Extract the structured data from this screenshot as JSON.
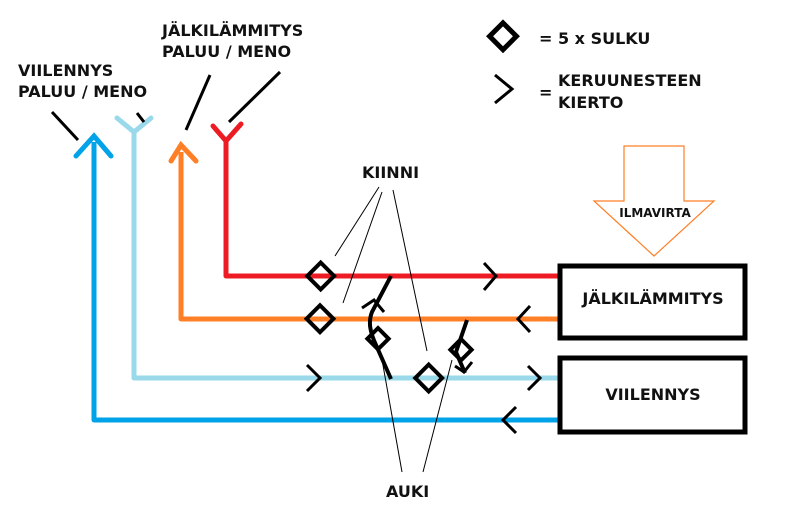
{
  "labels": {
    "cooling_ports": [
      "VIILENNYS",
      "PALUU / MENO"
    ],
    "reheat_ports": [
      "JÄLKILÄMMITYS",
      "PALUU / MENO"
    ],
    "closed": "KIINNI",
    "open": "AUKI",
    "airflow": "ILMAVIRTA"
  },
  "legend": {
    "valve_text": "= 5 x SULKU",
    "flow_eq": "=",
    "flow_text": [
      "KERUUNESTEEN",
      "KIERTO"
    ]
  },
  "units": {
    "reheat": "JÄLKILÄMMITYS",
    "cooling": "VIILENNYS"
  },
  "colors": {
    "reheat_supply": "#ed1c24",
    "reheat_return": "#ff7f27",
    "cooling_supply": "#99d9ea",
    "cooling_return": "#00a2e8",
    "airflow_arrow": "#ff7f27",
    "ink": "#000000"
  }
}
